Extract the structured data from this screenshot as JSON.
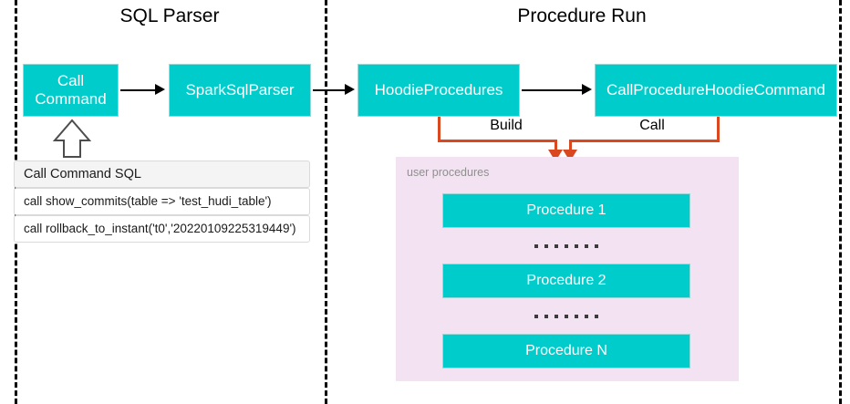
{
  "sections": {
    "left_title": "SQL Parser",
    "right_title": "Procedure Run"
  },
  "nodes": {
    "call_command": "Call\nCommand",
    "call_command_line1": "Call",
    "call_command_line2": "Command",
    "spark_sql_parser": "SparkSqlParser",
    "hoodie_procedures": "HoodieProcedures",
    "call_procedure_hoodie_command": "CallProcedureHoodieCommand"
  },
  "edges": {
    "build_label": "Build",
    "call_label": "Call"
  },
  "sql_table": {
    "header": "Call Command SQL",
    "rows": [
      "call show_commits(table => 'test_hudi_table')",
      "call rollback_to_instant('t0','20220109225319449')"
    ]
  },
  "procedures_panel": {
    "caption": "user procedures",
    "items": [
      "Procedure 1",
      "Procedure 2",
      "Procedure N"
    ],
    "ellipsis_dot_count": 7
  },
  "colors": {
    "node_fill": "#00CCCC",
    "node_text": "#FFFFFF",
    "panel_fill": "#F3E3F2",
    "connector_orange": "#D9481E",
    "arrow_black": "#000000",
    "divider_black": "#000000",
    "caption_gray": "#8F8F8F",
    "table_header_fill": "#F4F4F4"
  }
}
